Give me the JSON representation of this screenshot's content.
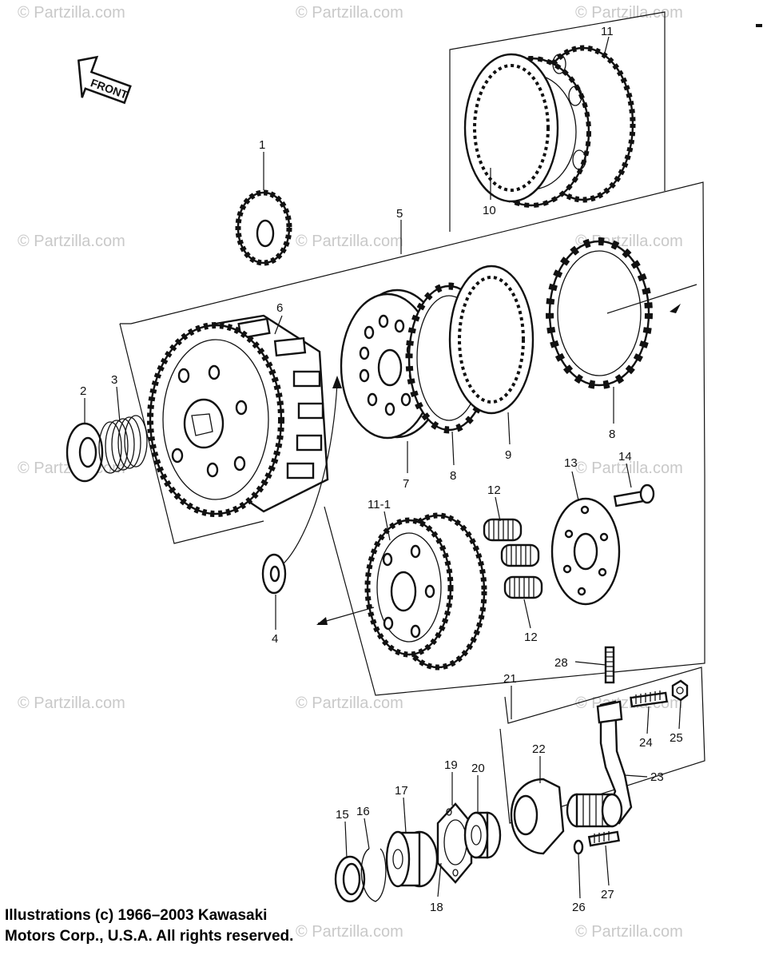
{
  "watermark": "© Partzilla.com",
  "direction_label": "FRONT",
  "callouts": {
    "c1": "1",
    "c2": "2",
    "c3": "3",
    "c4": "4",
    "c5": "5",
    "c6": "6",
    "c7": "7",
    "c8a": "8",
    "c8b": "8",
    "c9": "9",
    "c10": "10",
    "c11": "11",
    "c11_1": "11-1",
    "c12a": "12",
    "c12b": "12",
    "c13": "13",
    "c14": "14",
    "c15": "15",
    "c16": "16",
    "c17": "17",
    "c18": "18",
    "c19": "19",
    "c20": "20",
    "c21": "21",
    "c22": "22",
    "c23": "23",
    "c24": "24",
    "c25": "25",
    "c26": "26",
    "c27": "27",
    "c28": "28"
  },
  "copyright": {
    "line1": "Illustrations (c) 1966–2003 Kawasaki",
    "line2": "Motors Corp., U.S.A.  All rights reserved."
  }
}
